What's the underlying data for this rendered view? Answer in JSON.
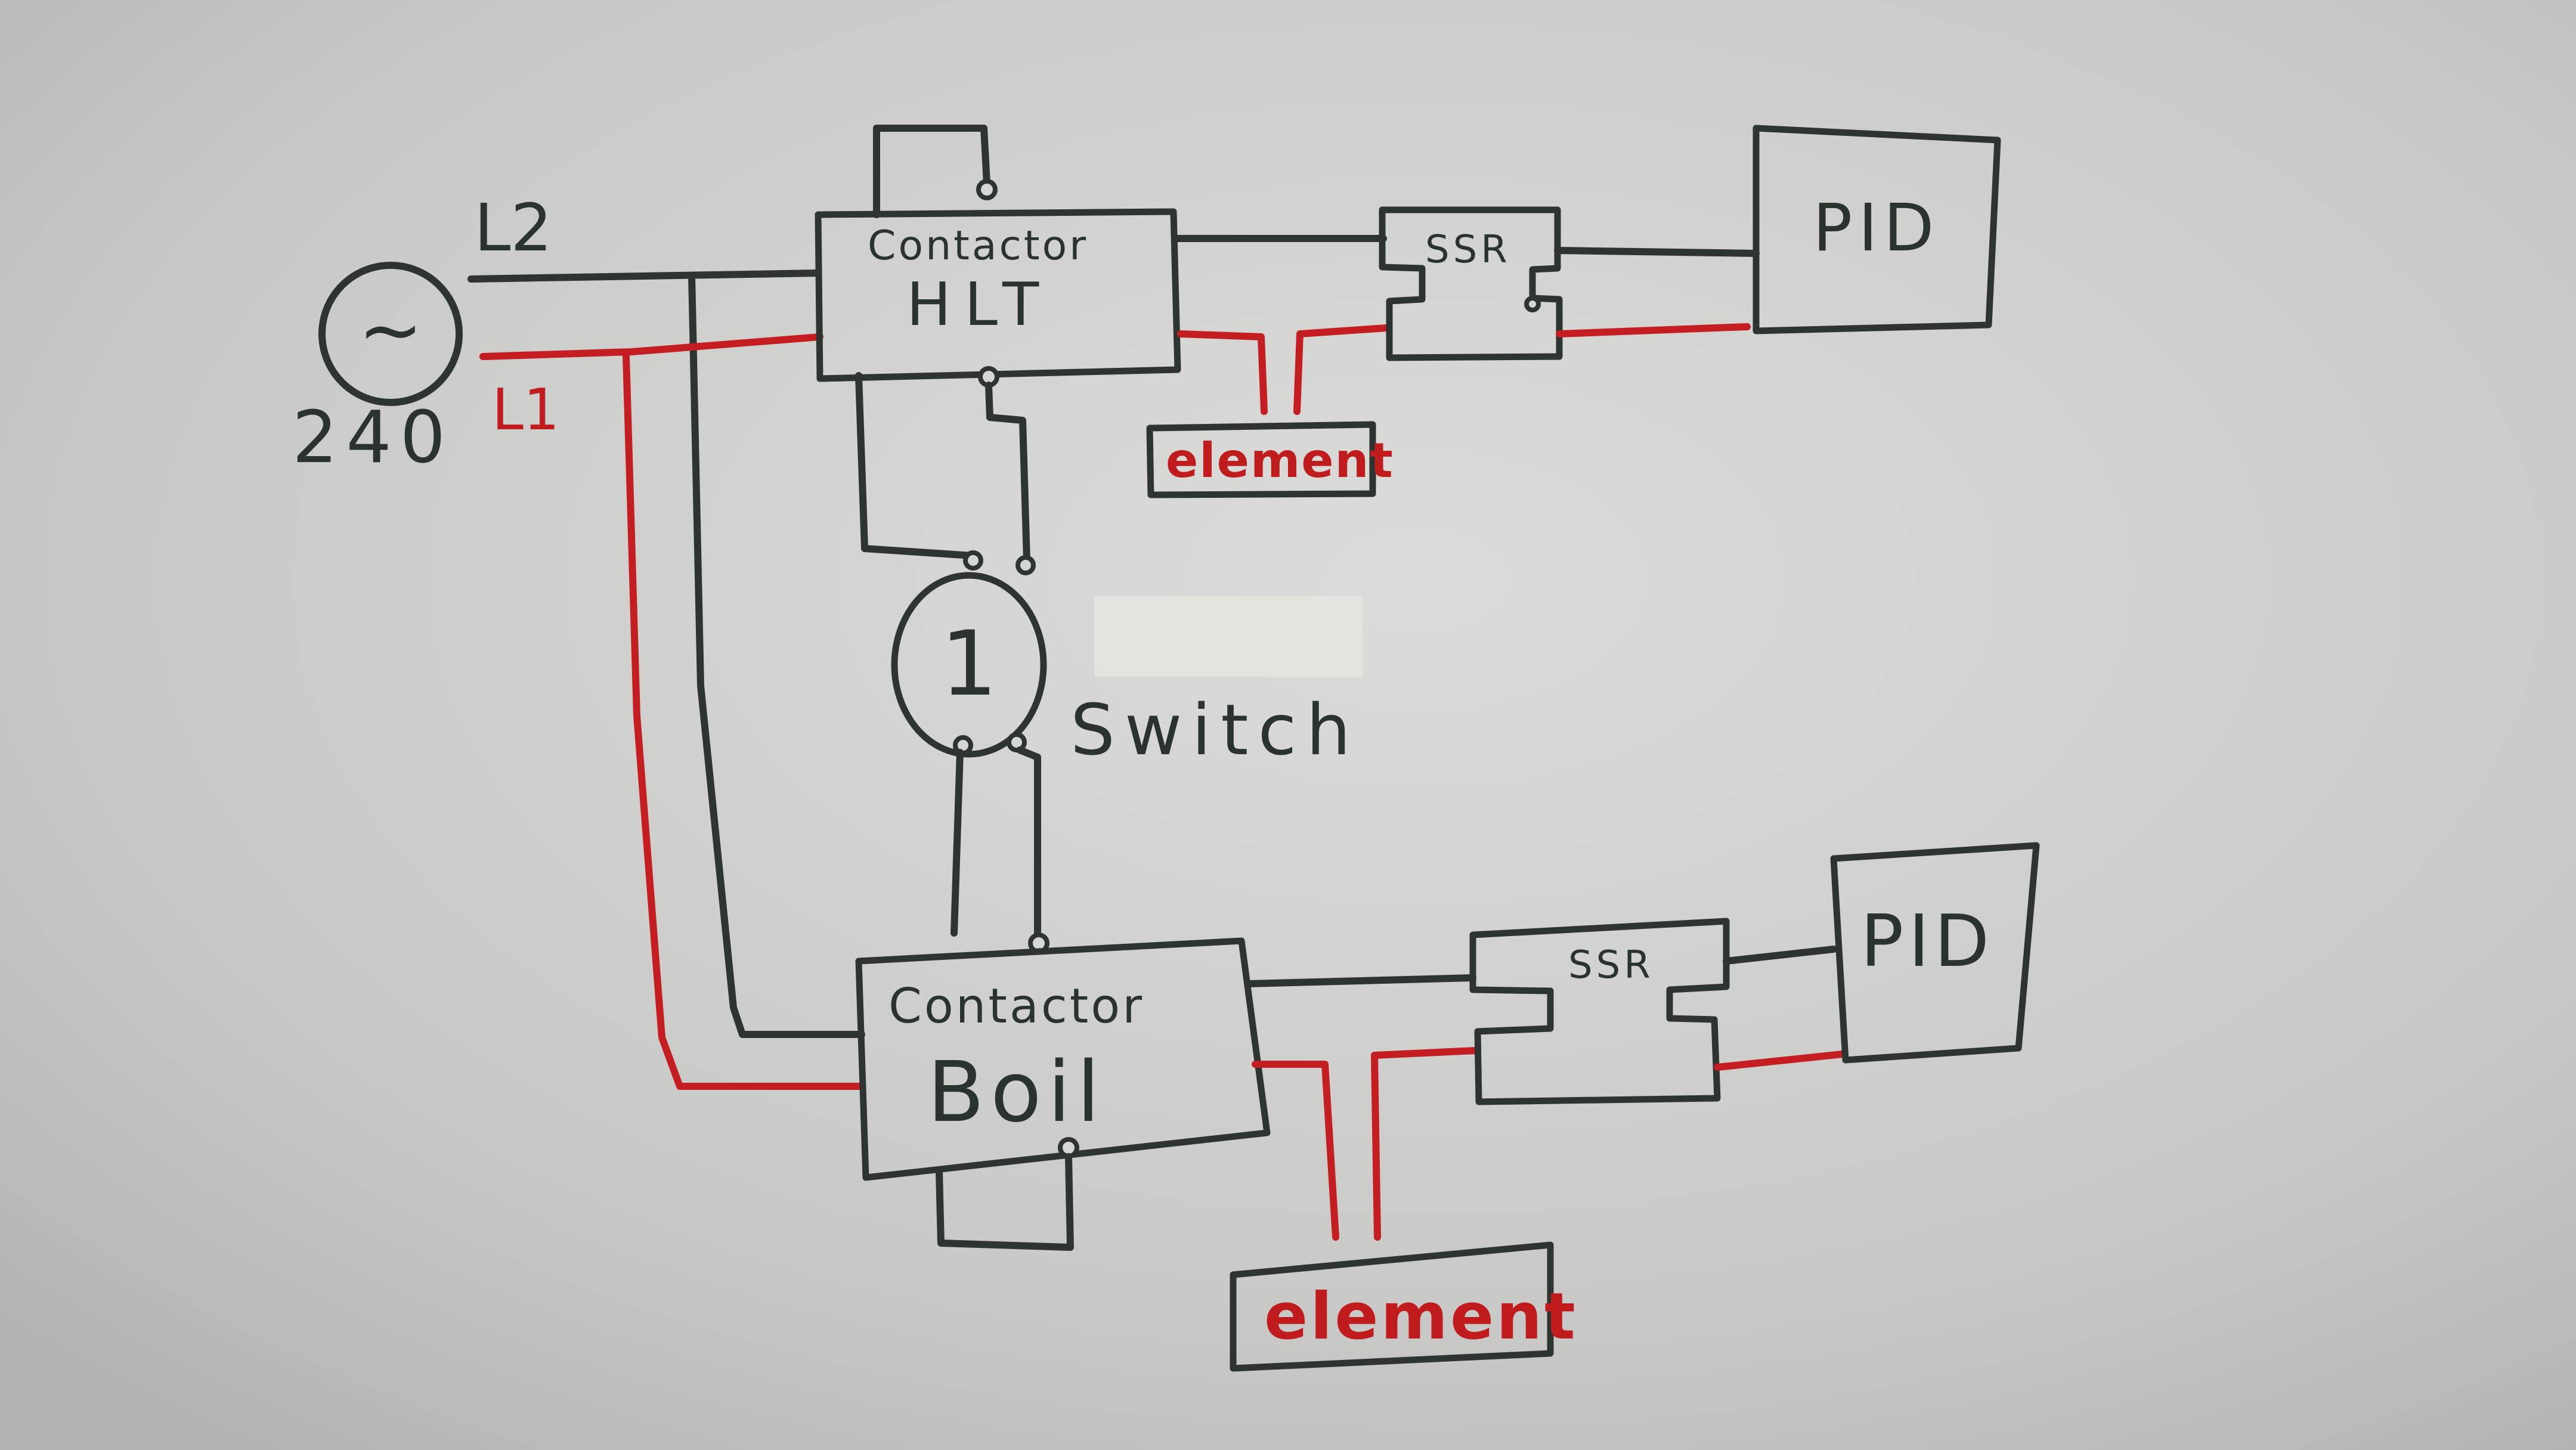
{
  "source": {
    "label": "240",
    "symbol": "~"
  },
  "lines": {
    "l2": "L2",
    "l1": "L1"
  },
  "hlt": {
    "contactor_label": "Contactor",
    "contactor_name": "HLT",
    "ssr_label": "SSR",
    "pid_label": "PID",
    "element_label": "element"
  },
  "boil": {
    "contactor_label": "Contactor",
    "contactor_name": "Boil",
    "ssr_label": "SSR",
    "pid_label": "PID",
    "element_label": "element"
  },
  "switch": {
    "position_label": "1",
    "label": "Switch"
  },
  "colors": {
    "paper": "#c9c9c7",
    "ink": "#2e3431",
    "red": "#c41e22",
    "redacted_patch": "#e4e4e0"
  }
}
